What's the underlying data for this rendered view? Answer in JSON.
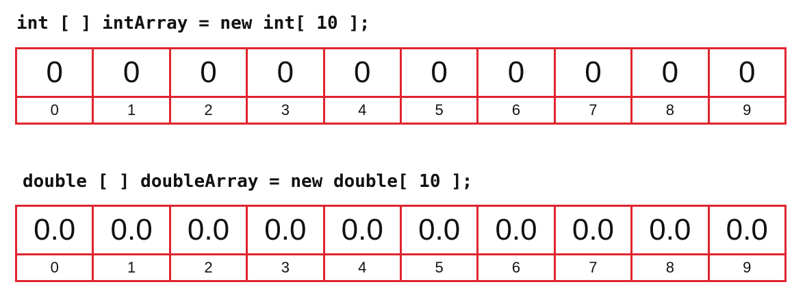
{
  "int_array": {
    "declaration": "int [ ] intArray = new int[ 10 ];",
    "values": [
      "0",
      "0",
      "0",
      "0",
      "0",
      "0",
      "0",
      "0",
      "0",
      "0"
    ],
    "indices": [
      "0",
      "1",
      "2",
      "3",
      "4",
      "5",
      "6",
      "7",
      "8",
      "9"
    ]
  },
  "double_array": {
    "declaration": "double [ ] doubleArray = new double[ 10 ];",
    "values": [
      "0.0",
      "0.0",
      "0.0",
      "0.0",
      "0.0",
      "0.0",
      "0.0",
      "0.0",
      "0.0",
      "0.0"
    ],
    "indices": [
      "0",
      "1",
      "2",
      "3",
      "4",
      "5",
      "6",
      "7",
      "8",
      "9"
    ]
  },
  "colors": {
    "cell_border": "#e0242e",
    "text": "#111111"
  }
}
